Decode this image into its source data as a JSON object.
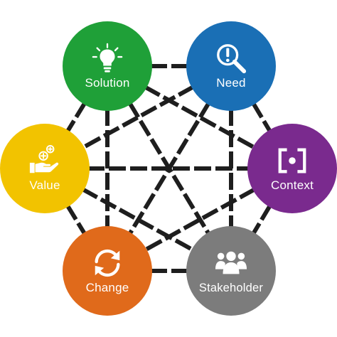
{
  "diagram": {
    "nodes": [
      {
        "id": "solution",
        "label": "Solution",
        "color": "#1fa038",
        "icon": "lightbulb-icon"
      },
      {
        "id": "need",
        "label": "Need",
        "color": "#1a6fb5",
        "icon": "magnifier-exclamation-icon"
      },
      {
        "id": "value",
        "label": "Value",
        "color": "#f2c300",
        "icon": "hand-plus-icon"
      },
      {
        "id": "context",
        "label": "Context",
        "color": "#7a2a8e",
        "icon": "bracket-dot-icon"
      },
      {
        "id": "change",
        "label": "Change",
        "color": "#e06a1b",
        "icon": "refresh-arrows-icon"
      },
      {
        "id": "stakeholder",
        "label": "Stakeholder",
        "color": "#7c7c7c",
        "icon": "people-group-icon"
      }
    ],
    "connection_color": "#1e1e1e",
    "connections": "all-to-all"
  }
}
